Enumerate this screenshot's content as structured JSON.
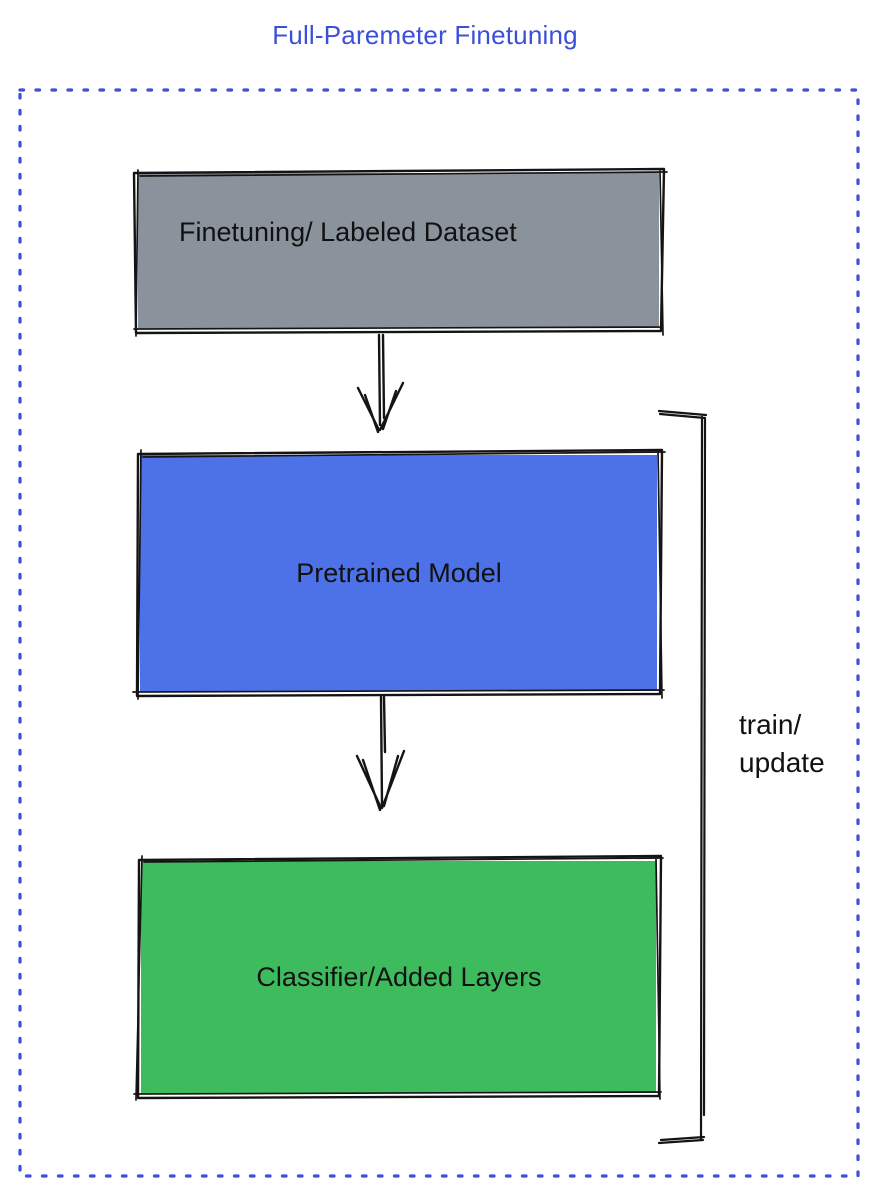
{
  "title": "Full-Paremeter Finetuning",
  "colors": {
    "accent_blue": "#3b4fd8",
    "ink": "#141414",
    "dataset_gray": "#8a929b",
    "model_blue": "#4d72e8",
    "classifier_green": "#3ebc5d"
  },
  "boxes": [
    {
      "id": "finetuning-dataset",
      "label": "Finetuning/ Labeled Dataset",
      "fill": "#8a929b"
    },
    {
      "id": "pretrained-model",
      "label": "Pretrained Model",
      "fill": "#4d72e8"
    },
    {
      "id": "classifier-added-layers",
      "label": "Classifier/Added Layers",
      "fill": "#3ebc5d"
    }
  ],
  "bracket": {
    "line1": "train/",
    "line2": "update"
  }
}
